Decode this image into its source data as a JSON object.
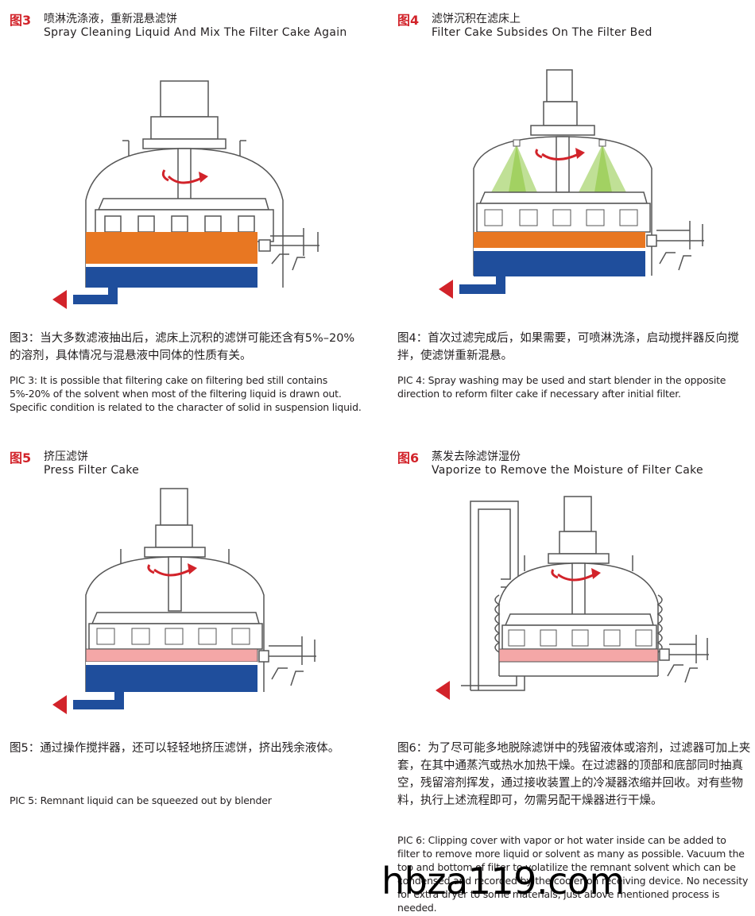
{
  "panels": [
    {
      "fig": "图3",
      "title_cn": "喷淋洗涤液，重新混悬滤饼",
      "title_en": "Spray Cleaning Liquid And Mix The Filter Cake Again",
      "desc_cn": "图3：当大多数滤液抽出后，滤床上沉积的滤饼可能还含有5%–20%的溶剂，具体情况与混悬液中同体的性质有关。",
      "desc_en": "PIC 3: It is possible that filtering cake on filtering bed still contains 5%-20% of the solvent when most of the filtering liquid is drawn out. Specific condition is related to the character of solid in suspension liquid."
    },
    {
      "fig": "图4",
      "title_cn": "滤饼沉积在滤床上",
      "title_en": "Filter Cake Subsides On The Filter Bed",
      "desc_cn": "图4：首次过滤完成后，如果需要，可喷淋洗涤，启动搅拌器反向搅拌，使滤饼重新混悬。",
      "desc_en": "PIC 4: Spray washing may be used and start blender in the opposite direction to reform filter cake if necessary after initial filter."
    },
    {
      "fig": "图5",
      "title_cn": "挤压滤饼",
      "title_en": "Press Filter Cake",
      "desc_cn": "图5：通过操作搅拌器，还可以轻轻地挤压滤饼，挤出残余液体。",
      "desc_en": "PIC 5: Remnant liquid can be squeezed out by blender"
    },
    {
      "fig": "图6",
      "title_cn": "蒸发去除滤饼湿份",
      "title_en": "Vaporize to Remove the Moisture of Filter Cake",
      "desc_cn": "图6：为了尽可能多地脱除滤饼中的残留液体或溶剂，过滤器可加上夹套，在其中通蒸汽或热水加热干燥。在过滤器的顶部和底部同时抽真空，残留溶剂挥发，通过接收装置上的冷凝器浓缩并回收。对有些物料，执行上述流程即可，勿需另配干燥器进行干燥。",
      "desc_en": "PIC 6: Clipping cover with vapor or hot water inside can be added to filter to remove more liquid or solvent as many as possible. Vacuum the top and bottom of filter to volatilize the remnant solvent which can be condensed and recorded by the cooler on receiving device. No necessity for extra dryer to some materials, just above mentioned process is needed."
    }
  ],
  "watermark": "hbza119.com",
  "colors": {
    "label_red": "#d2232a",
    "cake_orange": "#e87722",
    "cake_pink": "#f4a7a7",
    "liquid_blue": "#1f4e9c",
    "arrow_red": "#d2232a",
    "spray_green": "#8dc63f"
  }
}
